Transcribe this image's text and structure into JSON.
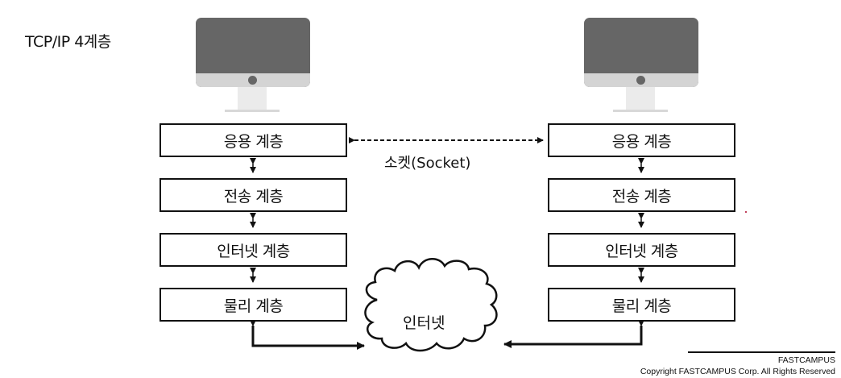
{
  "title": "TCP/IP 4계층",
  "left_stack": {
    "layers": [
      "응용 계층",
      "전송 계층",
      "인터넷 계층",
      "물리 계층"
    ]
  },
  "right_stack": {
    "layers": [
      "응용 계층",
      "전송 계층",
      "인터넷 계층",
      "물리 계층"
    ]
  },
  "socket_label": "소켓(Socket)",
  "cloud_label": "인터넷",
  "icons": {
    "left_computer": "desktop-monitor-icon",
    "right_computer": "desktop-monitor-icon",
    "network": "cloud-icon"
  },
  "footer": {
    "brand": "FASTCAMPUS",
    "copyright": "Copyright FASTCAMPUS Corp. All Rights Reserved"
  },
  "colors": {
    "screen": "#666666",
    "chin": "#d4d4d4",
    "stroke": "#111111"
  }
}
